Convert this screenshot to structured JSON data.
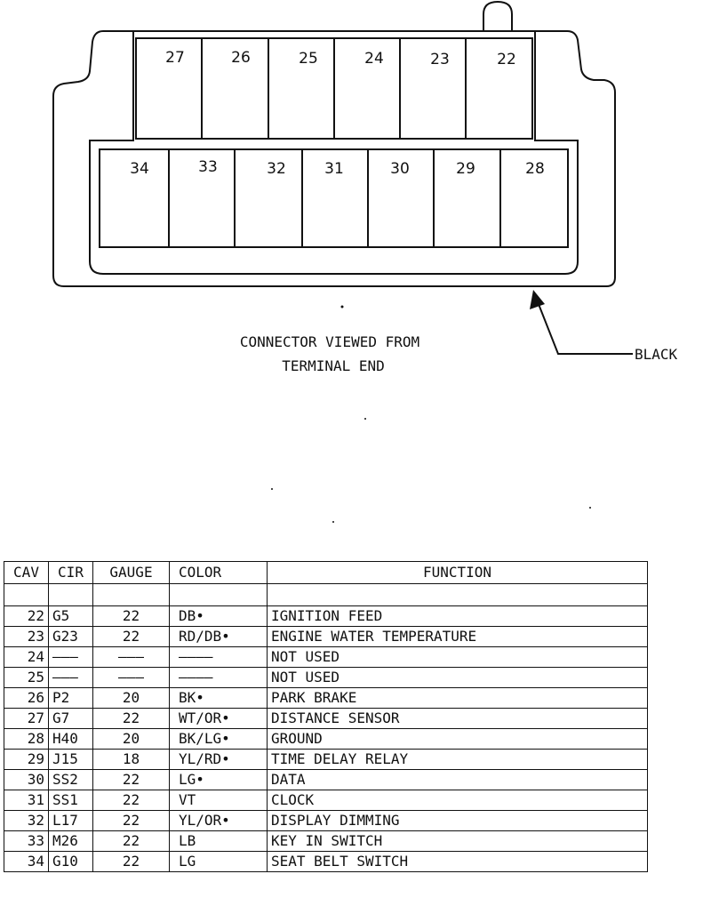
{
  "connector": {
    "top_row": [
      "27",
      "26",
      "25",
      "24",
      "23",
      "22"
    ],
    "bottom_row": [
      "34",
      "33",
      "32",
      "31",
      "30",
      "29",
      "28"
    ],
    "caption_line1": "CONNECTOR VIEWED FROM",
    "caption_line2": "TERMINAL END",
    "color_label": "BLACK"
  },
  "table": {
    "headers": {
      "cav": "CAV",
      "cir": "CIR",
      "gauge": "GAUGE",
      "color": "COLOR",
      "function": "FUNCTION"
    },
    "rows": [
      {
        "cav": "22",
        "cir": "G5",
        "gauge": "22",
        "color": "DB•",
        "function": "IGNITION FEED"
      },
      {
        "cav": "23",
        "cir": "G23",
        "gauge": "22",
        "color": "RD/DB•",
        "function": "ENGINE WATER TEMPERATURE"
      },
      {
        "cav": "24",
        "cir": "———",
        "gauge": "———",
        "color": "————",
        "function": "NOT USED"
      },
      {
        "cav": "25",
        "cir": "———",
        "gauge": "———",
        "color": "————",
        "function": "NOT USED"
      },
      {
        "cav": "26",
        "cir": "P2",
        "gauge": "20",
        "color": "BK•",
        "function": "PARK BRAKE"
      },
      {
        "cav": "27",
        "cir": "G7",
        "gauge": "22",
        "color": "WT/OR•",
        "function": "DISTANCE SENSOR"
      },
      {
        "cav": "28",
        "cir": "H40",
        "gauge": "20",
        "color": "BK/LG•",
        "function": "GROUND"
      },
      {
        "cav": "29",
        "cir": "J15",
        "gauge": "18",
        "color": "YL/RD•",
        "function": "TIME DELAY RELAY"
      },
      {
        "cav": "30",
        "cir": "SS2",
        "gauge": "22",
        "color": "LG•",
        "function": "DATA"
      },
      {
        "cav": "31",
        "cir": "SS1",
        "gauge": "22",
        "color": "VT",
        "function": "CLOCK"
      },
      {
        "cav": "32",
        "cir": "L17",
        "gauge": "22",
        "color": "YL/OR•",
        "function": "DISPLAY DIMMING"
      },
      {
        "cav": "33",
        "cir": "M26",
        "gauge": "22",
        "color": "LB",
        "function": "KEY IN SWITCH"
      },
      {
        "cav": "34",
        "cir": "G10",
        "gauge": "22",
        "color": "LG",
        "function": "SEAT BELT SWITCH"
      }
    ]
  }
}
